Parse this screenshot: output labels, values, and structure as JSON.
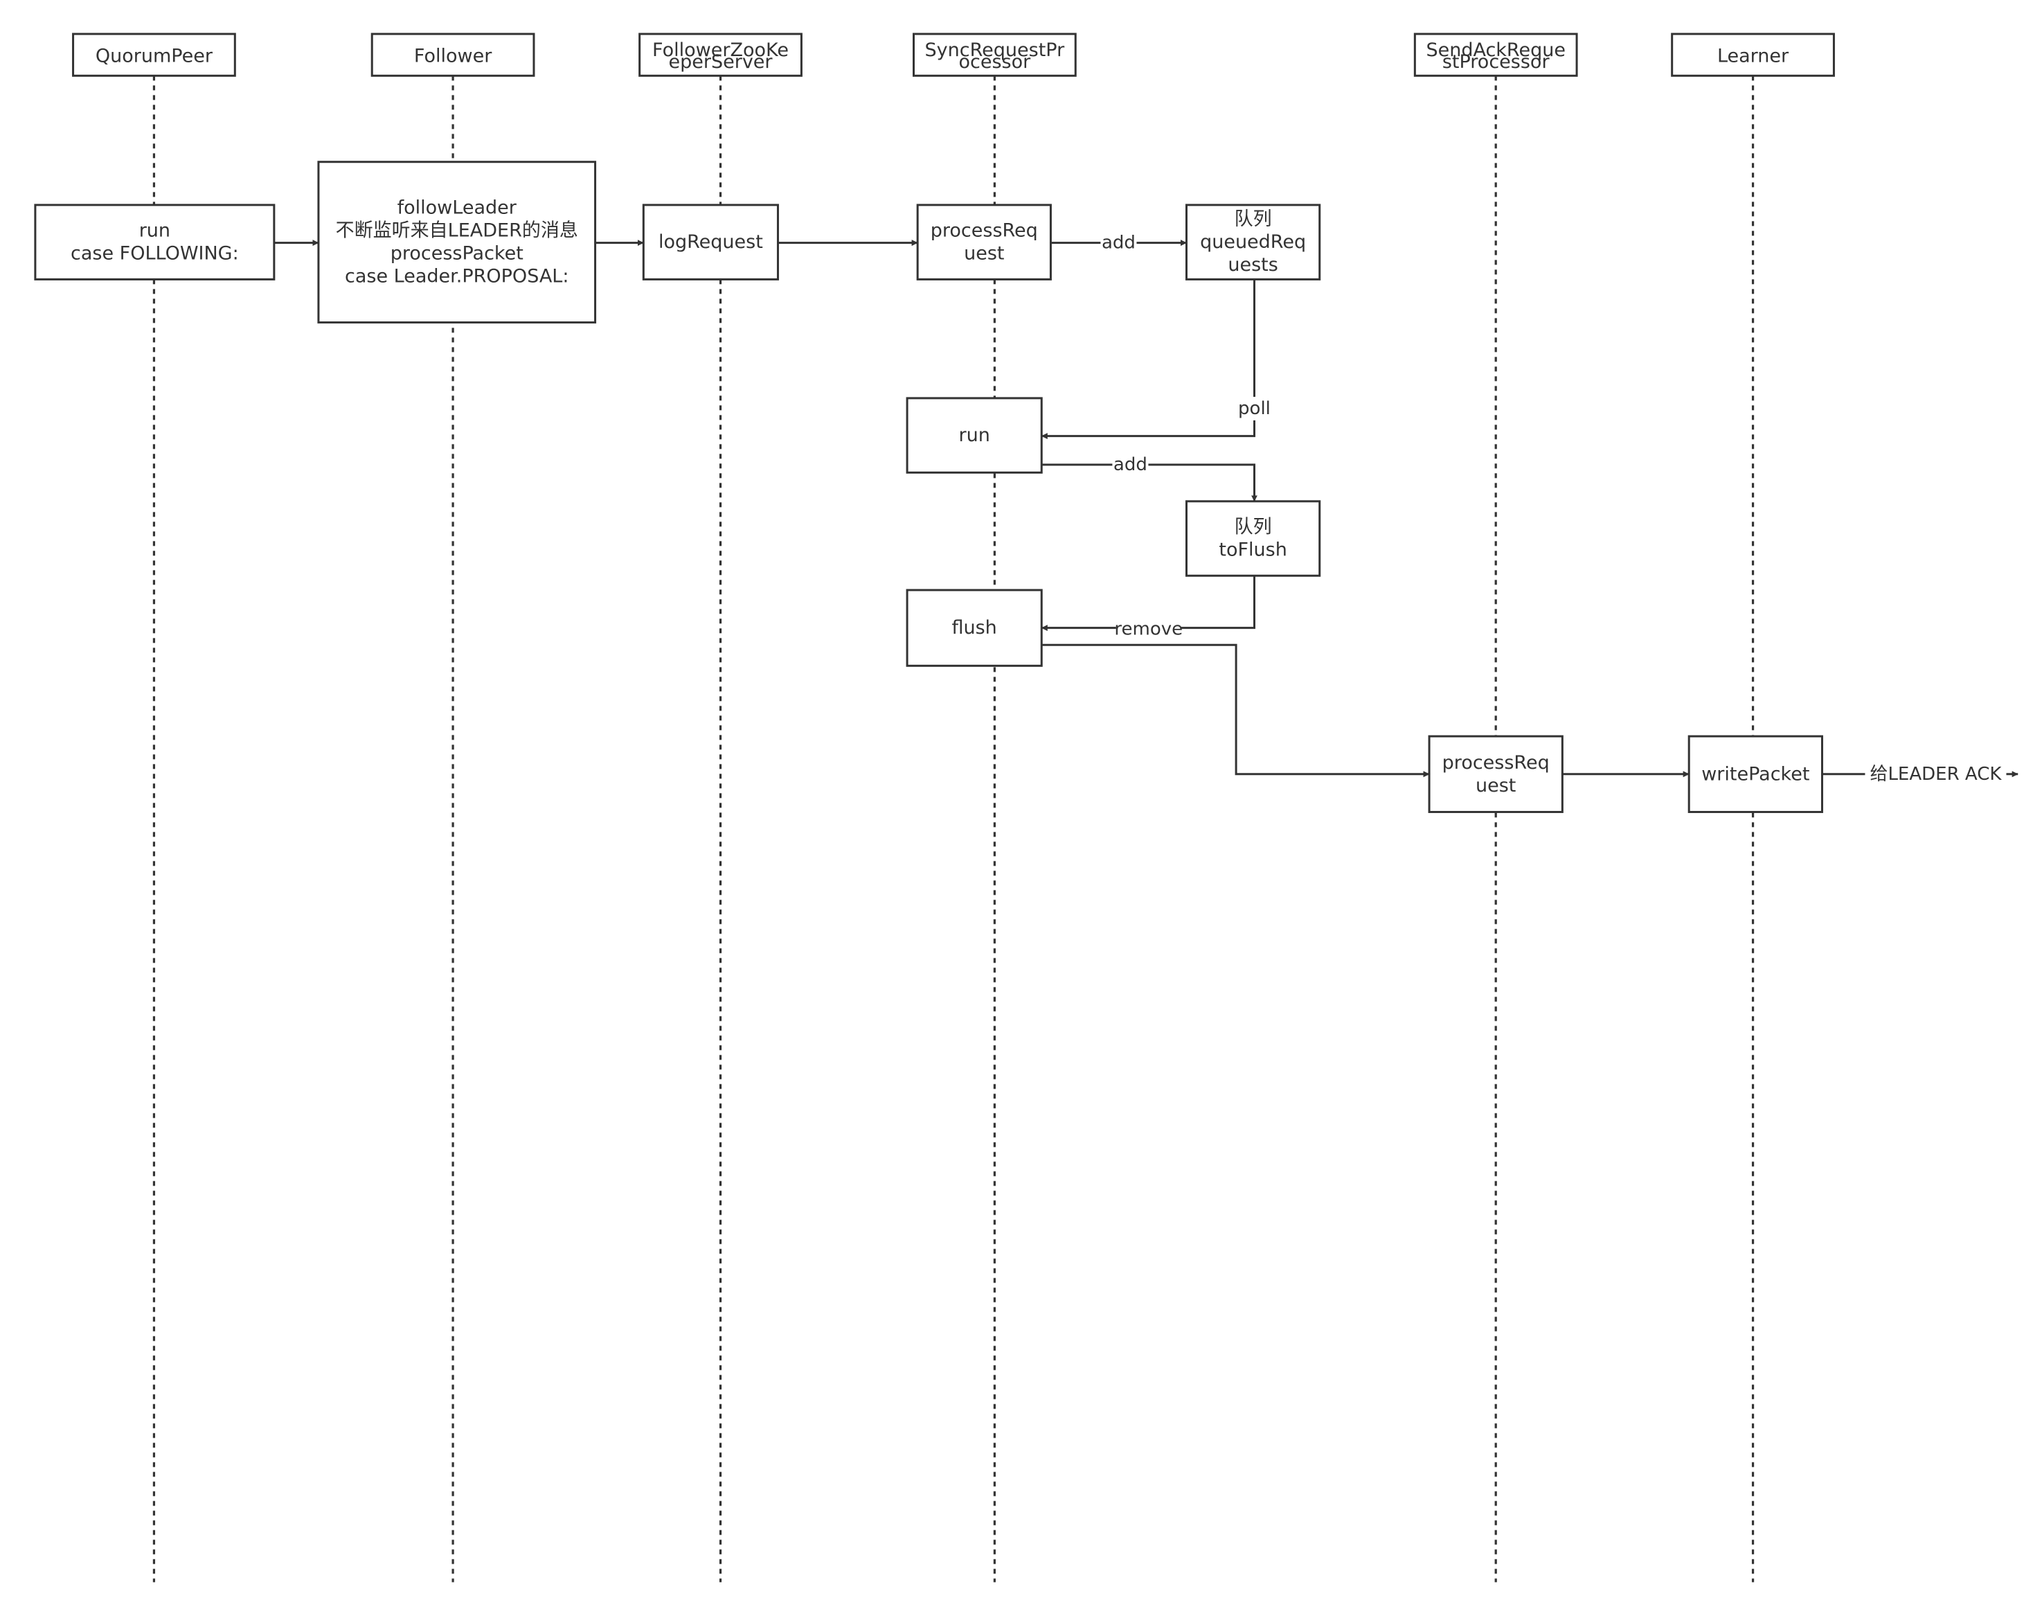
{
  "participants": [
    {
      "id": "quorumpeer",
      "lines": [
        "QuorumPeer"
      ]
    },
    {
      "id": "follower",
      "lines": [
        "Follower"
      ]
    },
    {
      "id": "followerzookeeperserver",
      "lines": [
        "FollowerZooKe",
        "eperServer"
      ]
    },
    {
      "id": "syncrequestprocessor",
      "lines": [
        "SyncRequestPr",
        "ocessor"
      ]
    },
    {
      "id": "sendackrequestprocessor",
      "lines": [
        "SendAckReque",
        "stProcessor"
      ]
    },
    {
      "id": "learner",
      "lines": [
        "Learner"
      ]
    }
  ],
  "activations": [
    {
      "id": "run-following",
      "lines": [
        "run",
        "case FOLLOWING:"
      ]
    },
    {
      "id": "follow-leader",
      "lines": [
        "followLeader",
        "不断监听来自LEADER的消息",
        "processPacket",
        "case Leader.PROPOSAL:"
      ]
    },
    {
      "id": "log-request",
      "lines": [
        "logRequest"
      ]
    },
    {
      "id": "process-request-sync",
      "lines": [
        "processReq",
        "uest"
      ]
    },
    {
      "id": "queued-requests",
      "lines": [
        "队列",
        "queuedReq",
        "uests"
      ]
    },
    {
      "id": "run-sync",
      "lines": [
        "run"
      ]
    },
    {
      "id": "to-flush",
      "lines": [
        "队列",
        "toFlush"
      ]
    },
    {
      "id": "flush",
      "lines": [
        "flush"
      ]
    },
    {
      "id": "process-request-ack",
      "lines": [
        "processReq",
        "uest"
      ]
    },
    {
      "id": "write-packet",
      "lines": [
        "writePacket"
      ]
    }
  ],
  "messages": [
    {
      "id": "run-to-follow-leader",
      "label": ""
    },
    {
      "id": "follow-leader-to-log-request",
      "label": ""
    },
    {
      "id": "log-request-to-process-request",
      "label": ""
    },
    {
      "id": "process-request-to-queue",
      "label": "add"
    },
    {
      "id": "queue-to-run",
      "label": "poll"
    },
    {
      "id": "run-to-to-flush",
      "label": "add"
    },
    {
      "id": "to-flush-to-flush",
      "label": "remove"
    },
    {
      "id": "flush-to-ack-process",
      "label": ""
    },
    {
      "id": "ack-process-to-write-packet",
      "label": ""
    },
    {
      "id": "write-packet-out",
      "label": "给LEADER ACK"
    }
  ],
  "colors": {
    "stroke": "#333333",
    "text": "#333333",
    "background": "#ffffff"
  }
}
